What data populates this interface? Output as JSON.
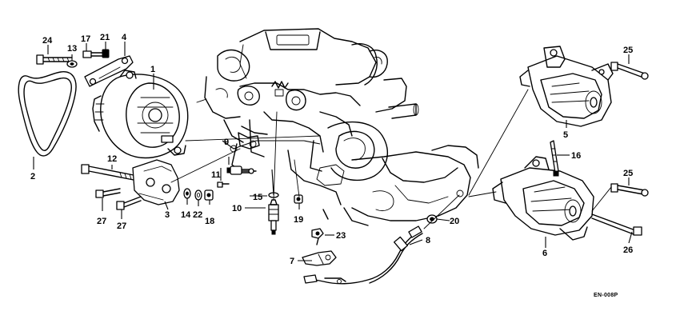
{
  "diagram_code": "EN-008P",
  "callouts": {
    "c1": "1",
    "c2": "2",
    "c3": "3",
    "c4": "4",
    "c5": "5",
    "c6": "6",
    "c7": "7",
    "c8": "8",
    "c9": "9",
    "c10": "10",
    "c11": "11",
    "c12": "12",
    "c13": "13",
    "c14": "14",
    "c15": "15",
    "c16": "16",
    "c17": "17",
    "c18": "18",
    "c19": "19",
    "c20": "20",
    "c21": "21",
    "c22": "22",
    "c23": "23",
    "c24": "24",
    "c25a": "25",
    "c25b": "25",
    "c26": "26",
    "c27a": "27",
    "c27b": "27"
  }
}
